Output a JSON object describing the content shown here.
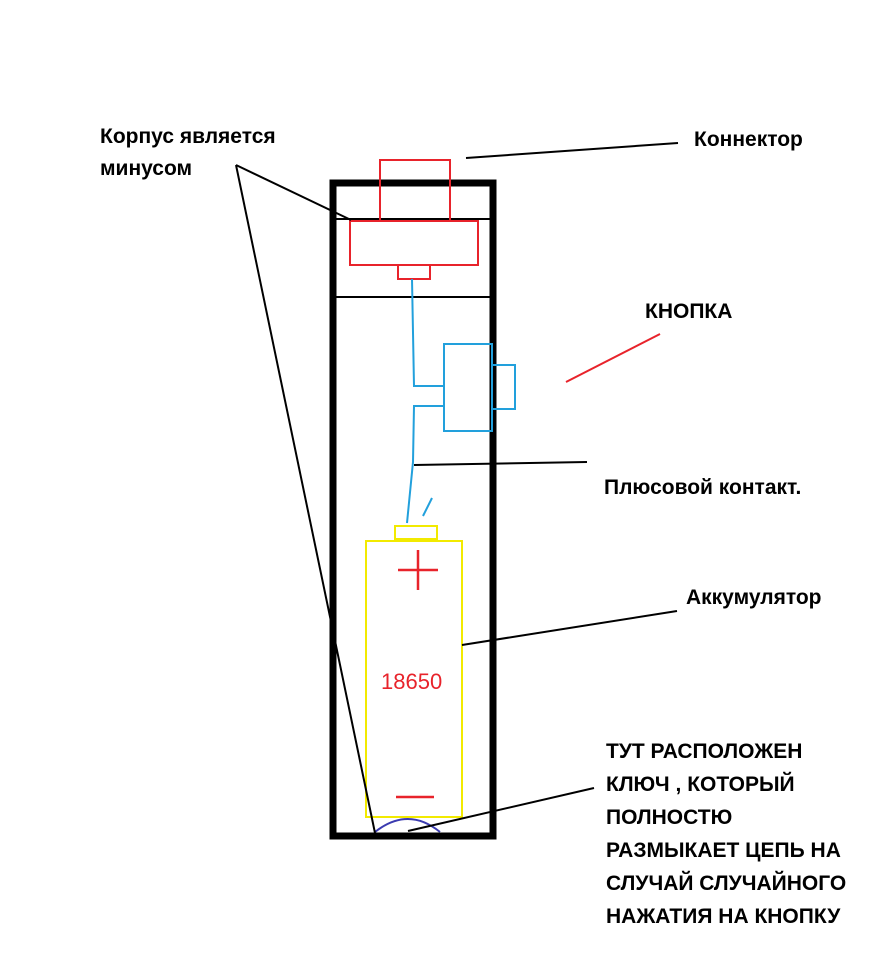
{
  "labels": {
    "body_minus": [
      "Корпус является",
      "минусом"
    ],
    "connector": "Коннектор",
    "button": "КНОПКА",
    "plus_contact": "Плюсовой контакт.",
    "battery": "Аккумулятор",
    "key_note": [
      "ТУТ РАСПОЛОЖЕН",
      "КЛЮЧ , КОТОРЫЙ",
      "ПОЛНОСТЮ",
      "РАЗМЫКАЕТ ЦЕПЬ НА",
      "СЛУЧАЙ СЛУЧАЙНОГО",
      "НАЖАТИЯ НА КНОПКУ"
    ]
  },
  "battery_model": "18650",
  "battery_plus_sign": "+",
  "colors": {
    "outline": "#000000",
    "connector": "#e8232b",
    "wire": "#22a0dc",
    "battery": "#f2ea00",
    "battery_text": "#e8232b",
    "spring": "#3b3bb0",
    "button_pointer": "#e8232b"
  }
}
